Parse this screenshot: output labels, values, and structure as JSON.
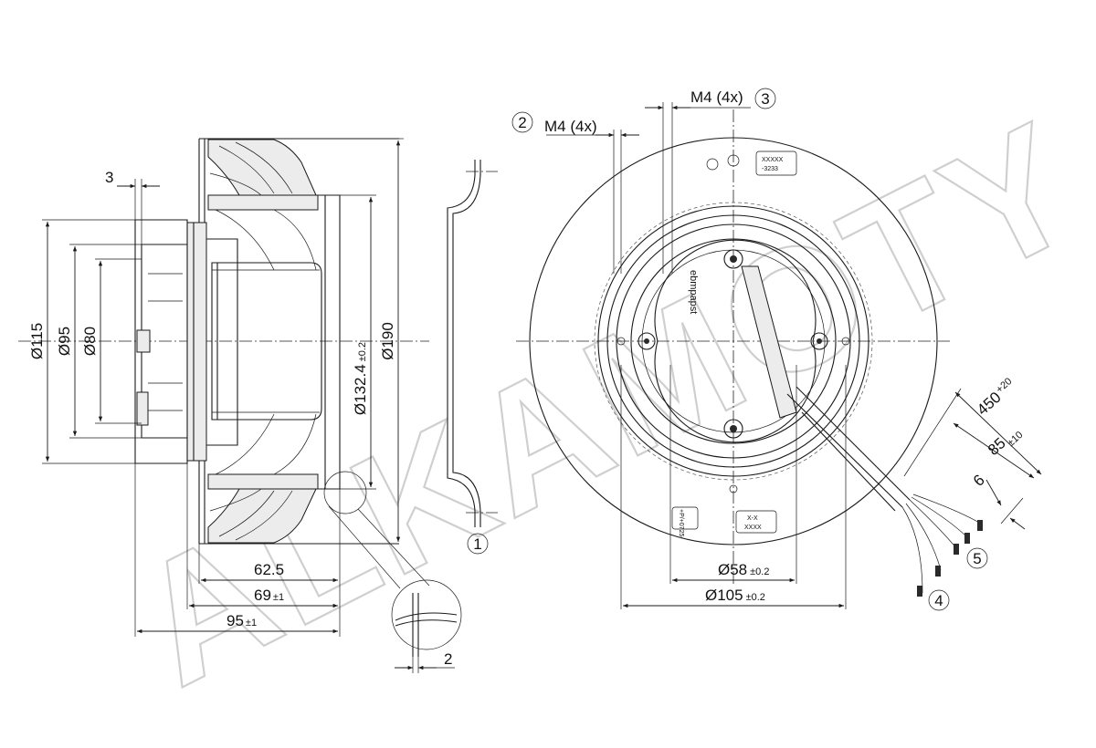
{
  "watermark": "ALKAMOTY",
  "side_view": {
    "dims": {
      "d115": "Ø115",
      "d95": "Ø95",
      "d80": "Ø80",
      "d132_main": "Ø132.4",
      "d132_tol": "±0.2",
      "d190": "Ø190",
      "w3": "3",
      "l62": "62.5",
      "l69_main": "69",
      "l69_tol": "±1",
      "l95_main": "95",
      "l95_tol": "±1"
    },
    "detail_dim": "2"
  },
  "front_view": {
    "label_m4_top": "M4 (4x)",
    "label_m4_left": "M4 (4x)",
    "d58_main": "Ø58",
    "d58_tol": "±0.2",
    "d105_main": "Ø105",
    "d105_tol": "±0.2",
    "cable_450_main": "450",
    "cable_450_tol": "+20",
    "cable_85_main": "85",
    "cable_85_tol": "±10",
    "cable_6": "6",
    "brand": "ebmpapst",
    "stamp_top_1": "XXXXX",
    "stamp_top_2": "-3233",
    "stamp_bottom_1": "X-X",
    "stamp_bottom_2": "XXXX",
    "stamp_side": "+P/+0725-"
  },
  "callouts": [
    "1",
    "2",
    "3",
    "4",
    "5"
  ]
}
